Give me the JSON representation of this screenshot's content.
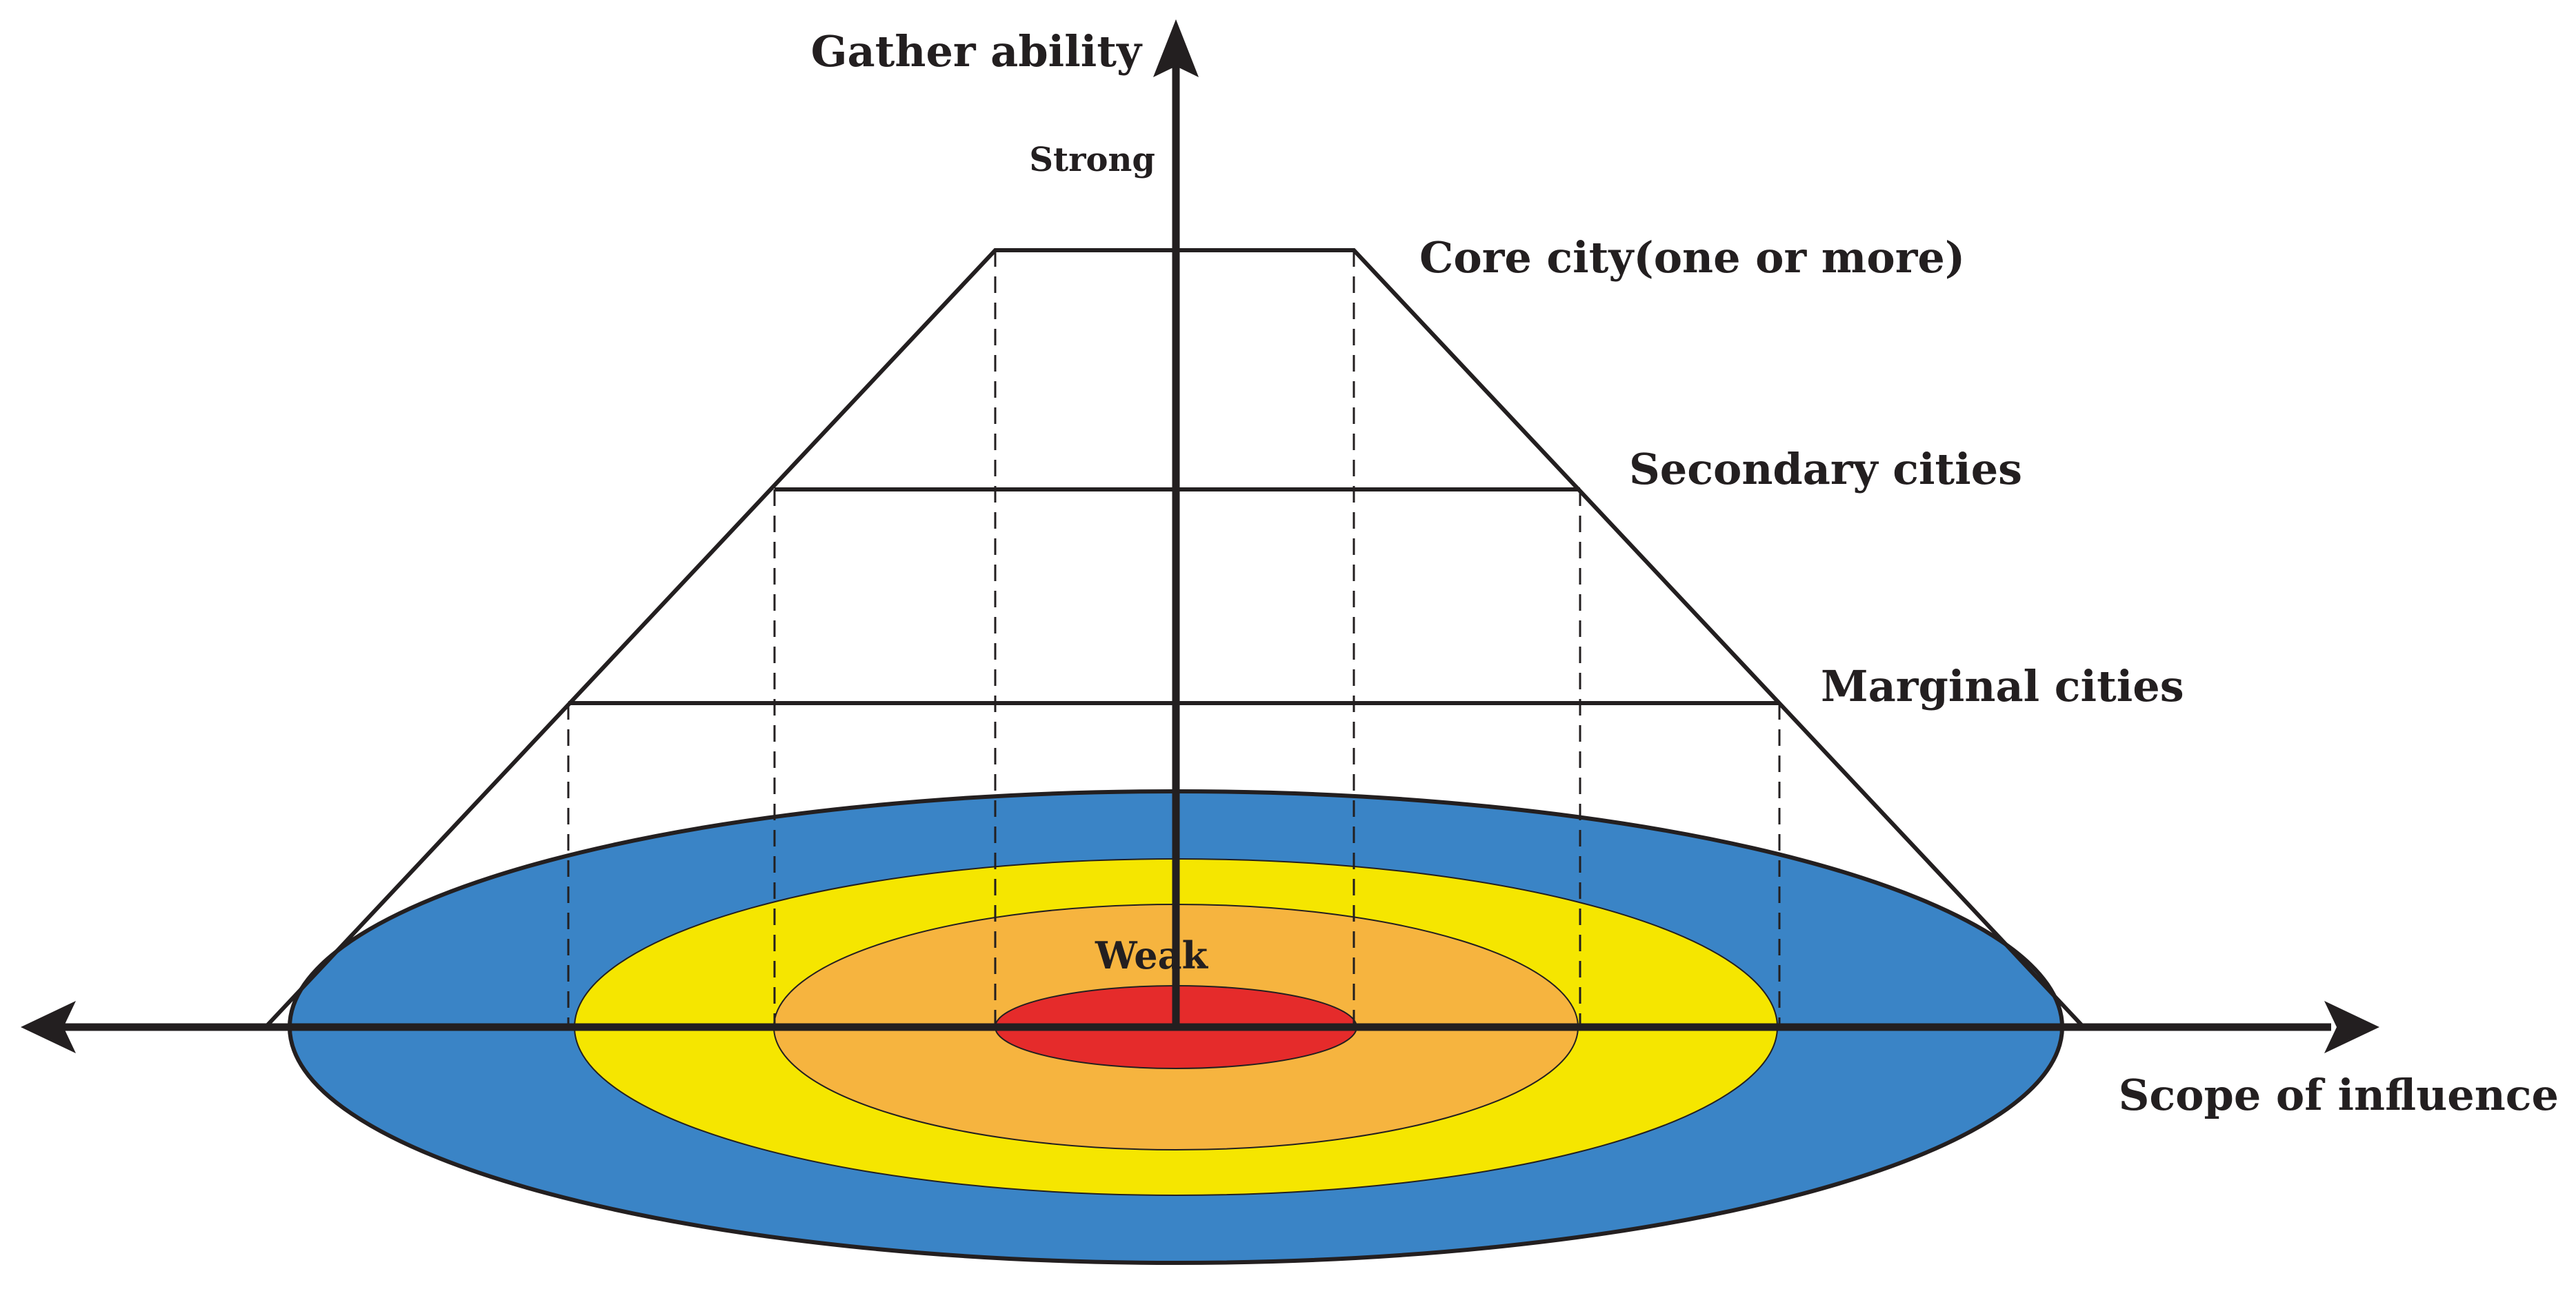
{
  "axes": {
    "vertical_label": "Gather ability",
    "horizontal_label": "Scope of influence",
    "top_marker": "Strong",
    "center_marker": "Weak"
  },
  "levels": [
    {
      "label": "Core city(one or more)"
    },
    {
      "label": "Secondary cities"
    },
    {
      "label": "Marginal cities"
    }
  ],
  "colors": {
    "outer_ring": "#3a84c6",
    "middle_ring": "#f5e600",
    "inner_ring": "#f6b43f",
    "core": "#e52b2b",
    "lines": "#231f20"
  }
}
